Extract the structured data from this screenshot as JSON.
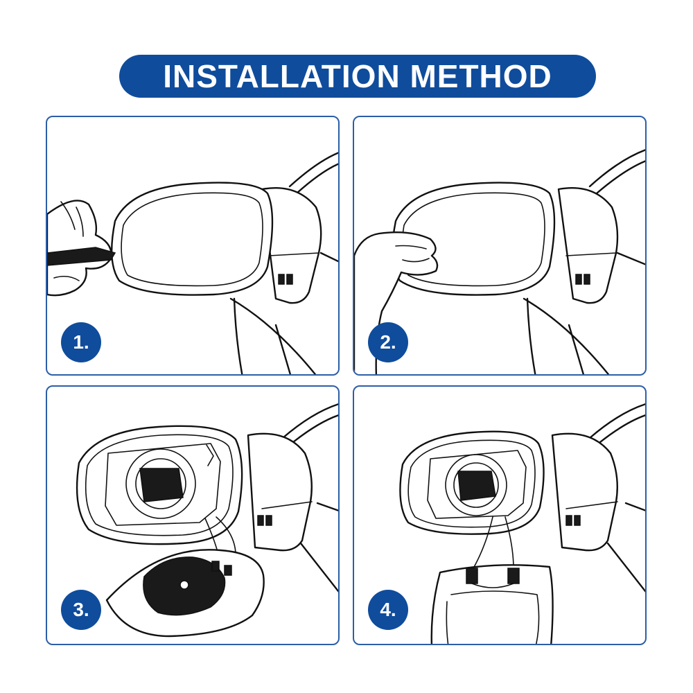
{
  "title": "INSTALLATION METHOD",
  "colors": {
    "accent": "#0f4c9c",
    "panel_border": "#2c5ea8",
    "line_art": "#111111"
  },
  "steps": [
    {
      "number": "1.",
      "illustration": "remove-mirror-glass-with-tool"
    },
    {
      "number": "2.",
      "illustration": "press-mirror-glass-by-hand"
    },
    {
      "number": "3.",
      "illustration": "disconnect-heater-wires"
    },
    {
      "number": "4.",
      "illustration": "connect-heater-wires"
    }
  ]
}
